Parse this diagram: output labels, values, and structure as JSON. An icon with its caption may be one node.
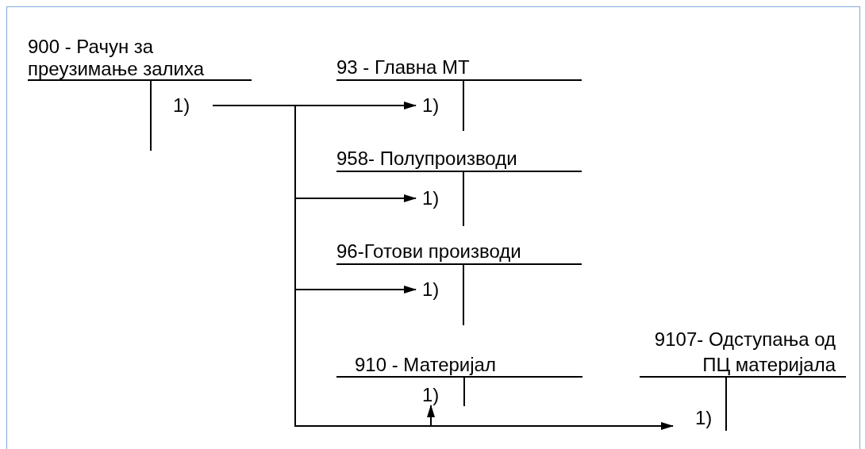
{
  "diagram": {
    "nodes": [
      {
        "text": [
          "900 - Рачун за преузимање залиха",
          "1)"
        ]
      },
      {
        "text": [
          "93 - Главна МТ",
          "1)"
        ]
      },
      {
        "text": [
          "958- Полупроизводи",
          "1)"
        ]
      },
      {
        "text": [
          "96-Готови производи",
          "1)"
        ]
      },
      {
        "text": [
          "910 - Материјал",
          "1)"
        ]
      },
      {
        "text": [
          "9107- Одступања од ПЦ материјала",
          "1)"
        ]
      }
    ],
    "edges": [
      {
        "from": 0,
        "to": 1,
        "arrow": "to"
      },
      {
        "from": 0,
        "to": 2,
        "arrow": "to"
      },
      {
        "from": 0,
        "to": 3,
        "arrow": "to"
      },
      {
        "from": 0,
        "to": 4,
        "arrow": "to"
      },
      {
        "from": 0,
        "to": 5,
        "arrow": "to"
      }
    ]
  }
}
